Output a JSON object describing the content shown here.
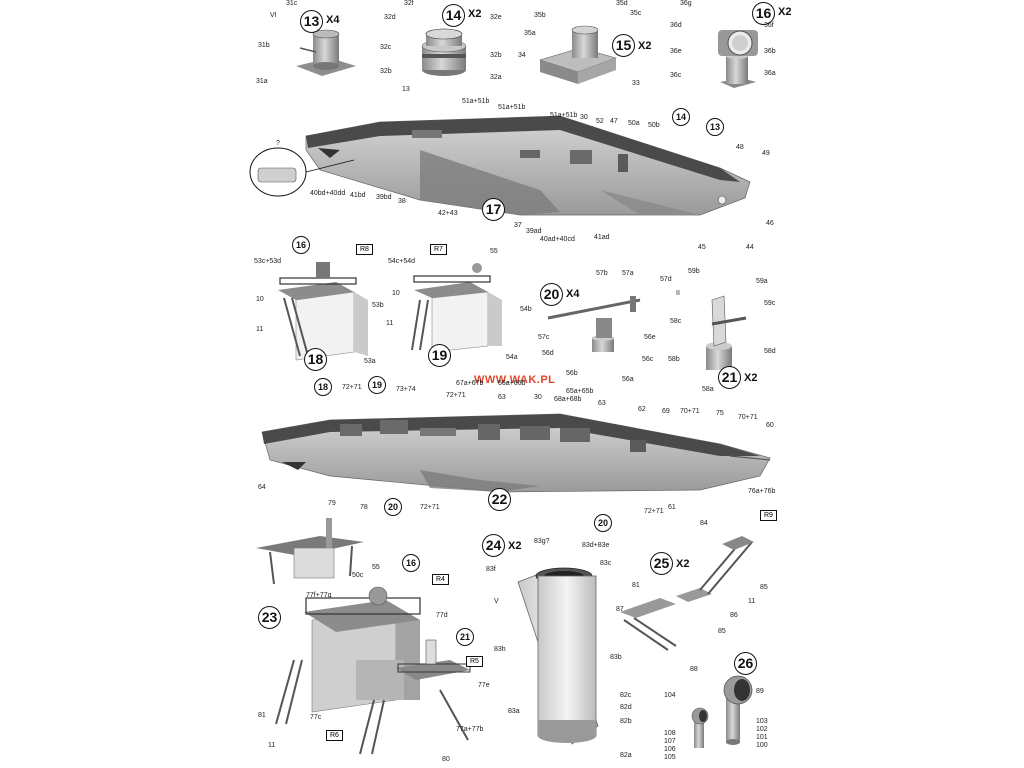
{
  "watermark": "WWW.WAK.PL",
  "steps": {
    "s13": "13",
    "s13m": "X4",
    "s14": "14",
    "s14m": "X2",
    "s15": "15",
    "s15m": "X2",
    "s16": "16",
    "s16m": "X2",
    "s17": "17",
    "s18": "18",
    "s19": "19",
    "s20": "20",
    "s20m": "X4",
    "s21": "21",
    "s21m": "X2",
    "s22": "22",
    "s23": "23",
    "s24": "24",
    "s24m": "X2",
    "s25": "25",
    "s25m": "X2",
    "s26": "26"
  },
  "boxes": {
    "r8": "R8",
    "r7": "R7",
    "r9": "R9",
    "r4": "R4",
    "r5": "R5",
    "r6": "R6"
  },
  "labels": {
    "a31c": "31c",
    "aVI": "VI",
    "a31b": "31b",
    "a31a": "31a",
    "a32f": "32f",
    "a32d": "32d",
    "a32e": "32e",
    "a32c": "32c",
    "a32b1": "32b",
    "a32b2": "32b",
    "a32a": "32a",
    "a35b": "35b",
    "a35d": "35d",
    "a35c": "35c",
    "a35a": "35a",
    "a34": "34",
    "a33": "33",
    "a36g": "36g",
    "a36d": "36d",
    "a36f": "36f",
    "a36e": "36e",
    "a36b": "36b",
    "a36c": "36c",
    "a36a": "36a",
    "b13top": "13",
    "b51a": "51a+51b",
    "b51b": "51a+51b",
    "b51c": "51a+51b",
    "b30": "30",
    "b52": "52",
    "b47": "47",
    "b50a": "50a",
    "b50b": "50b",
    "b14": "14",
    "b13r": "13",
    "b48": "48",
    "b49": "49",
    "bq": "?",
    "b40bd": "40bd+40dd",
    "b41bd": "41bd",
    "b39bd": "39bd",
    "b38": "38",
    "b42": "42+43",
    "b37": "37",
    "b39ad": "39ad",
    "b40ad": "40ad+40cd",
    "b41ad": "41ad",
    "b45": "45",
    "b44": "44",
    "b46": "46",
    "c53c": "53c+53d",
    "c10a": "10",
    "c11a": "11",
    "c53b": "53b",
    "c53a": "53a",
    "c16": "16",
    "c54c": "54c+54d",
    "c55": "55",
    "c10b": "10",
    "c11b": "11",
    "c54b": "54b",
    "c54a": "54a",
    "c57b": "57b",
    "c57a": "57a",
    "c57d": "57d",
    "c57c": "57c",
    "c56e": "56e",
    "c56d": "56d",
    "c56c": "56c",
    "c56b": "56b",
    "c56a": "56a",
    "c59b": "59b",
    "c59a": "59a",
    "cII": "II",
    "c59c": "59c",
    "c58c": "58c",
    "c58d": "58d",
    "c58b": "58b",
    "c58a": "58a",
    "d18": "18",
    "d72a": "72+71",
    "d19": "19",
    "d73": "73+74",
    "d67": "67a+67b",
    "d66": "66a+66b",
    "d65": "65a+65b",
    "d72b": "72+71",
    "d63a": "63",
    "d30": "30",
    "d68": "68a+68b",
    "d63b": "63",
    "d62": "62",
    "d69": "69",
    "d70a": "70+71",
    "d75": "75",
    "d70b": "70+71",
    "d60": "60",
    "d64": "64",
    "d20a": "20",
    "d72c": "72+71",
    "d20b": "20",
    "d72d": "72+71",
    "d61": "61",
    "d76": "76a+76b",
    "e79": "79",
    "e78": "78",
    "e50c": "50c",
    "e55": "55",
    "e16": "16",
    "e77f": "77f+77g",
    "e77d": "77d",
    "e21": "21",
    "e77e": "77e",
    "e81": "81",
    "e77c": "77c",
    "e77a": "77a+77b",
    "e11": "11",
    "e80": "80",
    "f83g": "83g?",
    "f83d": "83d+83e",
    "f83f": "83f",
    "f83c": "83c",
    "fV": "V",
    "f83h": "83h",
    "f83b": "83b",
    "f83a": "83a",
    "f82c": "82c",
    "f82d": "82d",
    "f82b": "82b",
    "f82a": "82a",
    "g84": "84",
    "g81": "81",
    "g87": "87",
    "g85a": "85",
    "g11": "11",
    "g86": "86",
    "g85b": "85",
    "h88": "88",
    "h89": "89",
    "h104": "104",
    "h103": "103",
    "h102": "102",
    "h101": "101",
    "h100": "100",
    "h108": "108",
    "h107": "107",
    "h106": "106",
    "h105": "105"
  }
}
